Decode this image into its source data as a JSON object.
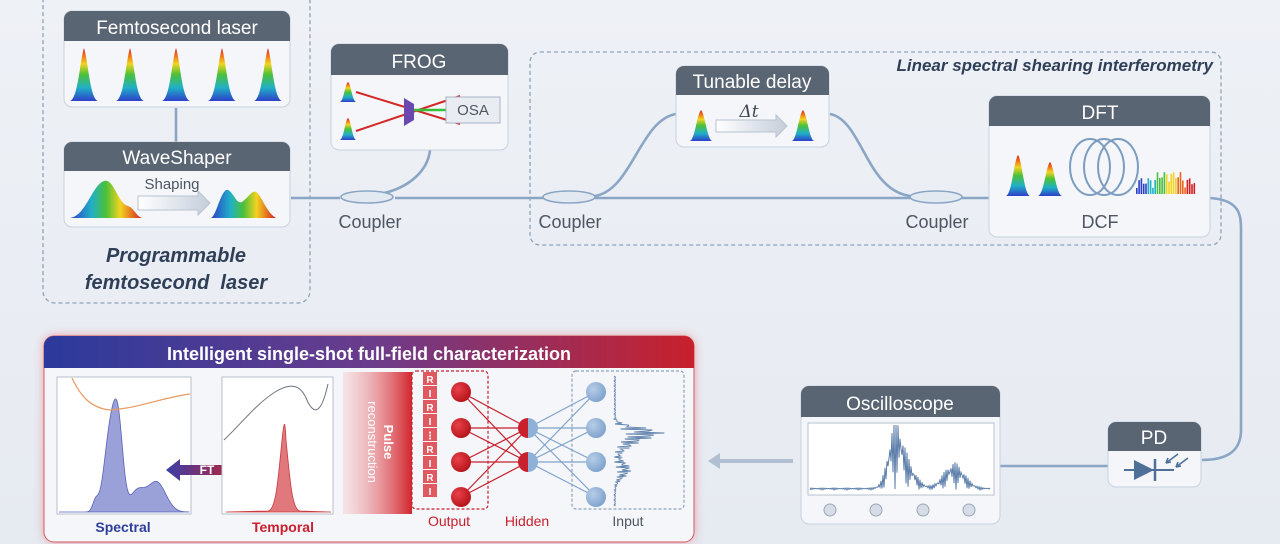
{
  "colors": {
    "header": "#5a6573",
    "fiber": "#8aa6c4",
    "dashed": "#8ea2ba",
    "accent_red": "#c8202c",
    "accent_blue": "#2e3f9a",
    "spectral_fill": "#9aa0d8",
    "temporal_fill": "#e0787c",
    "nn_red": "#c4161f",
    "nn_blue": "#8fb1d8"
  },
  "laser_block": {
    "femtosecond_title": "Femtosecond laser",
    "waveshaper_title": "WaveShaper",
    "shaping_label": "Shaping",
    "caption_line1": "Programmable",
    "caption_line2": "femtosecond  laser"
  },
  "frog": {
    "title": "FROG",
    "osa_label": "OSA"
  },
  "couplers": {
    "c1": "Coupler",
    "c2": "Coupler",
    "c3": "Coupler"
  },
  "interferometry": {
    "title": "Linear spectral shearing interferometry",
    "delay_title": "Tunable delay",
    "delay_symbol": "Δt"
  },
  "dft": {
    "title": "DFT",
    "dcf_label": "DCF"
  },
  "pd": {
    "title": "PD"
  },
  "oscilloscope": {
    "title": "Oscilloscope"
  },
  "characterization": {
    "title": "Intelligent single-shot full-field characterization",
    "ft_label": "FT",
    "spectral_label": "Spectral",
    "temporal_label": "Temporal",
    "pulse_line1": "Pulse",
    "pulse_line2": "reconstruction",
    "output_label": "Output",
    "hidden_label": "Hidden",
    "input_label": "Input",
    "r_label": "R",
    "i_label": "I"
  }
}
